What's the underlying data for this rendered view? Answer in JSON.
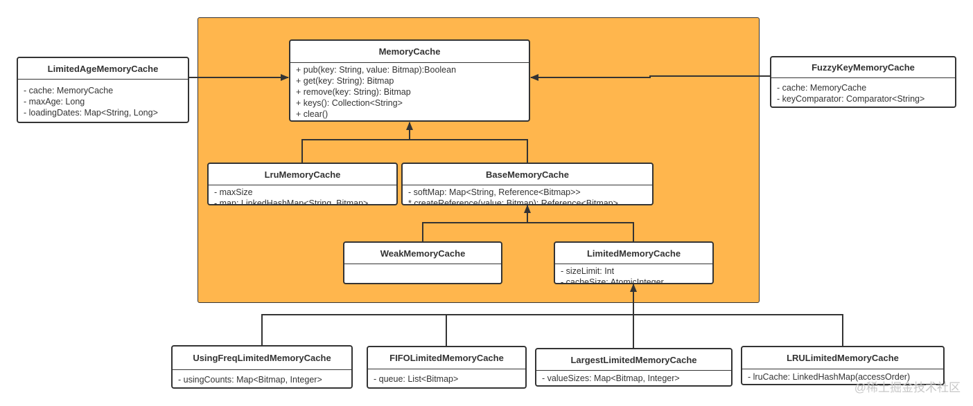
{
  "classes": {
    "memory_cache": {
      "name": "MemoryCache",
      "members": [
        "+ pub(key: String, value: Bitmap):Boolean",
        "+ get(key: String): Bitmap",
        "+ remove(key: String): Bitmap",
        "+ keys(): Collection<String>",
        "+ clear()"
      ]
    },
    "limited_age": {
      "name": "LimitedAgeMemoryCache",
      "members": [
        "- cache: MemoryCache",
        "- maxAge: Long",
        "- loadingDates:  Map<String, Long>"
      ]
    },
    "fuzzy_key": {
      "name": "FuzzyKeyMemoryCache",
      "members": [
        "- cache: MemoryCache",
        "- keyComparator: Comparator<String>"
      ]
    },
    "lru": {
      "name": "LruMemoryCache",
      "members": [
        "- maxSize",
        "- map: LinkedHashMap<String, Bitmap>"
      ]
    },
    "base": {
      "name": "BaseMemoryCache",
      "members": [
        "- softMap: Map<String, Reference<Bitmap>>",
        "* createReference(value: Bitmap): Reference<Bitmap>"
      ]
    },
    "weak": {
      "name": "WeakMemoryCache",
      "members": []
    },
    "limited": {
      "name": "LimitedMemoryCache",
      "members": [
        "- sizeLimit: Int",
        "- cacheSize: AtomicInteger"
      ]
    },
    "using_freq": {
      "name": "UsingFreqLimitedMemoryCache",
      "members": [
        "- usingCounts: Map<Bitmap, Integer>"
      ]
    },
    "fifo": {
      "name": "FIFOLimitedMemoryCache",
      "members": [
        "- queue: List<Bitmap>"
      ]
    },
    "largest": {
      "name": "LargestLimitedMemoryCache",
      "members": [
        "- valueSizes: Map<Bitmap, Integer>"
      ]
    },
    "lru_limited": {
      "name": "LRULimitedMemoryCache",
      "members": [
        "- lruCache: LinkedHashMap(accessOrder)"
      ]
    }
  },
  "colors": {
    "package_fill": "#FFB64D",
    "stroke": "#333333"
  },
  "watermark": "@稀土掘金技术社区"
}
